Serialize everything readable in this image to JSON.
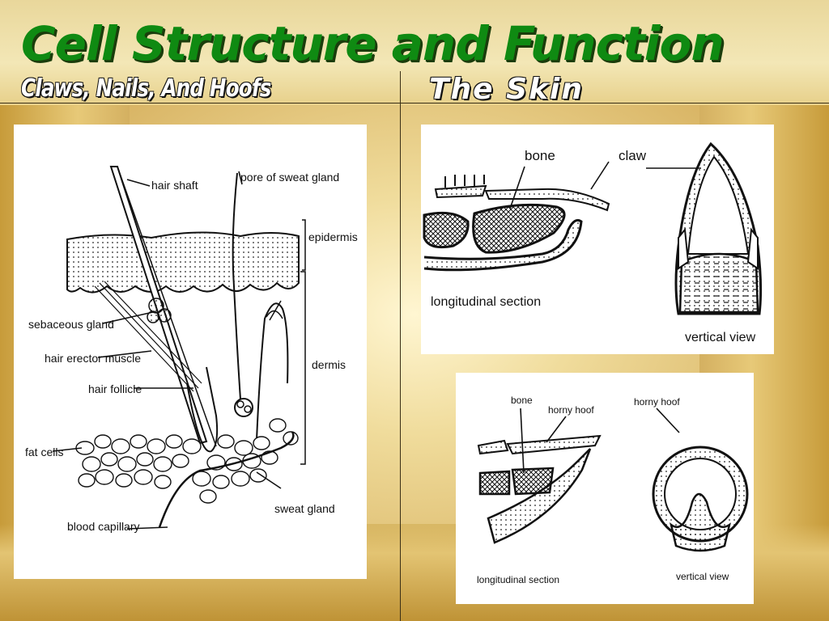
{
  "slide": {
    "title": "Cell Structure and Function",
    "subtitle_left": "Claws, Nails, And Hoofs",
    "subtitle_right": "The Skin"
  },
  "skin_diagram": {
    "labels": {
      "hair_shaft": "hair shaft",
      "pore": "pore of sweat gland",
      "epidermis": "epidermis",
      "sebaceous": "sebaceous gland",
      "erector": "hair erector muscle",
      "follicle": "hair follicle",
      "dermis": "dermis",
      "fat": "fat cells",
      "sweat": "sweat gland",
      "capillary": "blood capillary"
    }
  },
  "claw_diagram": {
    "labels": {
      "bone": "bone",
      "claw": "claw",
      "longitudinal": "longitudinal section",
      "vertical": "vertical view"
    }
  },
  "hoof_diagram": {
    "labels": {
      "bone": "bone",
      "horny_hoof": "horny hoof",
      "horny_hoof_2": "horny hoof",
      "longitudinal": "longitudinal section",
      "vertical": "vertical view"
    }
  }
}
